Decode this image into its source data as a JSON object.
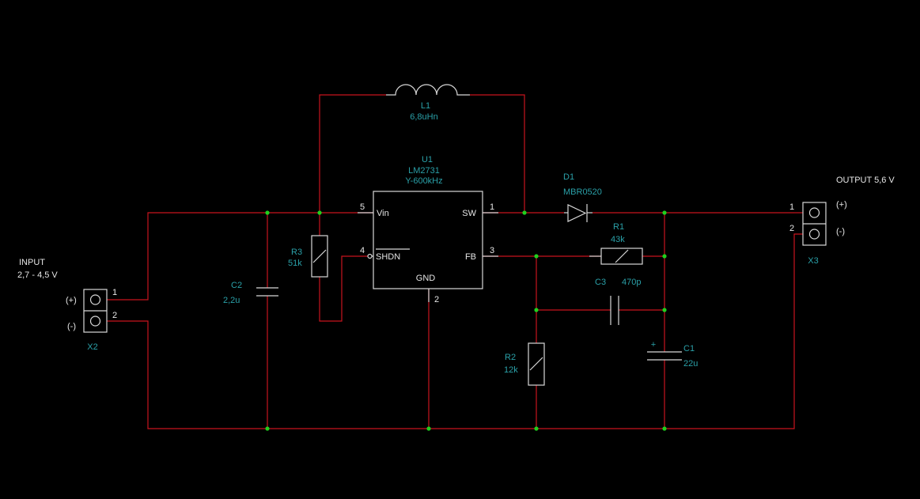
{
  "colors": {
    "background": "#000000",
    "wire": "#c8141e",
    "component": "#d8d8d8",
    "designator": "#2aa0a8",
    "text": "#e6e6e6",
    "junction": "#1ed21e"
  },
  "input": {
    "title": "INPUT",
    "range": "2,7 - 4,5 V"
  },
  "output": {
    "title": "OUTPUT 5,6 V"
  },
  "components": {
    "L1": {
      "name": "L1",
      "value": "6,8uHn"
    },
    "U1": {
      "name": "U1",
      "part": "LM2731",
      "variant": "Y-600kHz",
      "pins": {
        "vin": "Vin",
        "sw": "SW",
        "shdn": "SHDN",
        "fb": "FB",
        "gnd": "GND"
      },
      "pin_numbers": {
        "vin": "5",
        "sw": "1",
        "shdn": "4",
        "fb": "3",
        "gnd": "2"
      }
    },
    "D1": {
      "name": "D1",
      "value": "MBR0520"
    },
    "R1": {
      "name": "R1",
      "value": "43k"
    },
    "R2": {
      "name": "R2",
      "value": "12k"
    },
    "R3": {
      "name": "R3",
      "value": "51k"
    },
    "C1": {
      "name": "C1",
      "value": "22u",
      "polarity": "+"
    },
    "C2": {
      "name": "C2",
      "value": "2,2u"
    },
    "C3": {
      "name": "C3",
      "value": "470p"
    },
    "X2": {
      "name": "X2",
      "pins": [
        "1",
        "2"
      ],
      "labels": [
        "(+)",
        "(-)"
      ]
    },
    "X3": {
      "name": "X3",
      "pins": [
        "1",
        "2"
      ],
      "labels": [
        "(+)",
        "(-)"
      ]
    }
  }
}
